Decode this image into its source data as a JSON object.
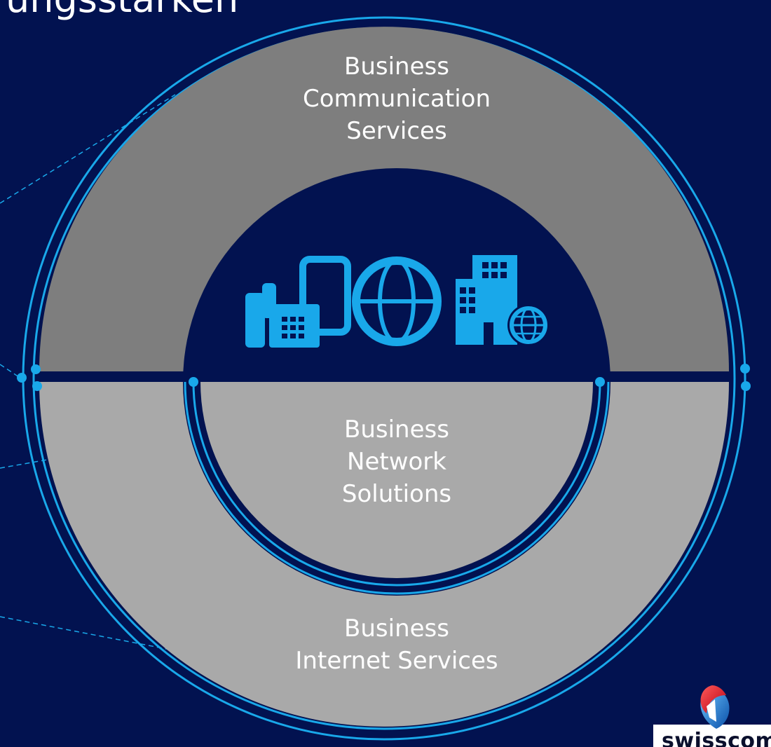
{
  "heading": {
    "text": "ungsstärken"
  },
  "segments": {
    "top": {
      "lines": [
        "Business",
        "Communication",
        "Services"
      ]
    },
    "center": {
      "lines": [
        "Business",
        "Network",
        "Solutions"
      ]
    },
    "bottom": {
      "lines": [
        "Business",
        "Internet Services"
      ]
    }
  },
  "center_icons": [
    "desk-phone-mobile-icon",
    "globe-icon",
    "buildings-globe-icon"
  ],
  "logo": {
    "name": "swisscom",
    "text": "swisscom"
  },
  "colors": {
    "background": "#021250",
    "accent": "#19a8ea",
    "top_segment": "#7e7e7e",
    "bottom_segment": "#a9a9a9",
    "center_disc": "#021250",
    "text": "#ffffff"
  }
}
